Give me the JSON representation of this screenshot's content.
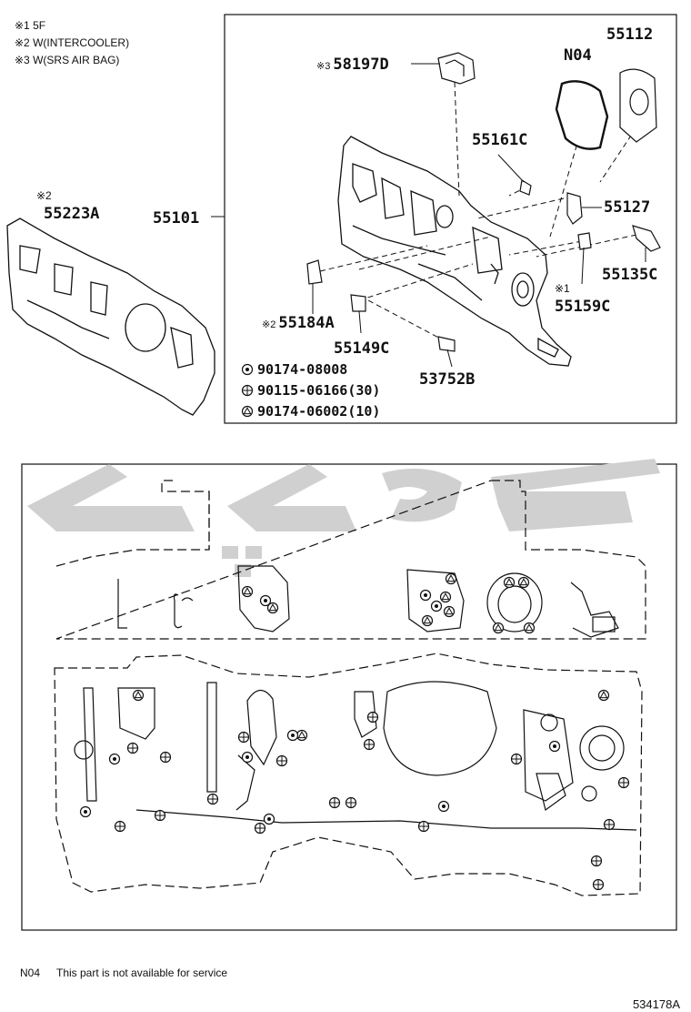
{
  "notes": [
    {
      "mark": "※1",
      "text": "5F"
    },
    {
      "mark": "※2",
      "text": "W(INTERCOOLER)"
    },
    {
      "mark": "※3",
      "text": "W(SRS AIR BAG)"
    }
  ],
  "callouts": {
    "p58197D": {
      "mark": "※3",
      "code": "58197D"
    },
    "pN04": {
      "code": "N04"
    },
    "p55112": {
      "code": "55112"
    },
    "p55161C": {
      "code": "55161C"
    },
    "p55127": {
      "code": "55127"
    },
    "p55135C": {
      "code": "55135C"
    },
    "p55159C": {
      "mark": "※1",
      "code": "55159C"
    },
    "p55184A": {
      "mark": "※2",
      "code": "55184A"
    },
    "p55149C": {
      "code": "55149C"
    },
    "p53752B": {
      "code": "53752B"
    },
    "p55223A": {
      "mark": "※2",
      "code": "55223A"
    },
    "p55101": {
      "code": "55101"
    }
  },
  "fasteners": [
    {
      "symbol": "circle-dot",
      "code": "90174-08008"
    },
    {
      "symbol": "circle-cross",
      "code": "90115-06166(30)"
    },
    {
      "symbol": "circle-triangle",
      "code": "90174-06002(10)"
    }
  ],
  "footnote": {
    "code": "N04",
    "text": "This part is not available for service"
  },
  "diagram_id": "534178A",
  "watermark_color": "#d0d0d0"
}
